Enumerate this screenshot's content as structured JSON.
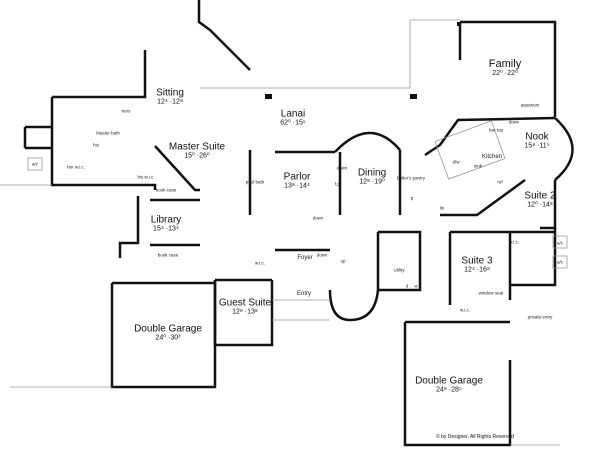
{
  "rooms": [
    {
      "id": "family",
      "name": "Family",
      "dims": "22⁰ ·22⁰"
    },
    {
      "id": "lanai",
      "name": "Lanai",
      "dims": "62⁰ ·15⁵"
    },
    {
      "id": "sitting",
      "name": "Sitting",
      "dims": "12⁴ ·12⁸"
    },
    {
      "id": "master-suite",
      "name": "Master Suite",
      "dims": "15⁰ ·26⁰"
    },
    {
      "id": "parlor",
      "name": "Parlor",
      "dims": "13⁸ ·14⁴"
    },
    {
      "id": "dining",
      "name": "Dining",
      "dims": "12⁸ ·19⁰"
    },
    {
      "id": "nook",
      "name": "Nook",
      "dims": "15⁸ ·11⁵"
    },
    {
      "id": "suite-2",
      "name": "Suite 2",
      "dims": "12⁰ ·14⁸"
    },
    {
      "id": "suite-3",
      "name": "Suite 3",
      "dims": "12⁴ ·16⁸"
    },
    {
      "id": "library",
      "name": "Library",
      "dims": "15⁴ ·13⁴"
    },
    {
      "id": "guest-suite",
      "name": "Guest Suite",
      "dims": "12⁸ ·13⁸"
    },
    {
      "id": "garage-left",
      "name": "Double Garage",
      "dims": "24⁰ ·30³"
    },
    {
      "id": "garage-right",
      "name": "Double Garage",
      "dims": "24⁸ ·28⁵"
    }
  ],
  "minor_labels": {
    "kitchen": "Kitchen",
    "foyer": "Foyer",
    "entry": "Entry",
    "utility": "Utility",
    "butlers_pantry": "butler's pantry",
    "master_bath": "Master bath",
    "pool_bath": "pool bath",
    "her_wic": "her w.i.c.",
    "his_wic": "his w.i.c.",
    "his": "his",
    "hers": "hers",
    "bar_top": "bar top",
    "aquarium": "aquarium",
    "private_entry": "private entry",
    "window_seat": "window seat",
    "fp": "f.p.",
    "book_case_top": "book case",
    "book_case_bottom": "book case",
    "down_lanai": "down",
    "down_dining": "down",
    "down_parlor": "down",
    "down_foyer": "down",
    "up": "up",
    "ac_left": "a/c",
    "ac_right_1": "a/c",
    "ac_right_2": "a/c",
    "wic_suite2": "w.i.c.",
    "wic_suite3": "w.i.c.",
    "wic_guest": "w.i.c.",
    "dw": "d/w",
    "ref": "ref",
    "pantry": "p",
    "linen": "lin",
    "dryer": "d",
    "washer": "w",
    "sink": "sink"
  },
  "copyright": "© by Designer. All Rights Reserved"
}
